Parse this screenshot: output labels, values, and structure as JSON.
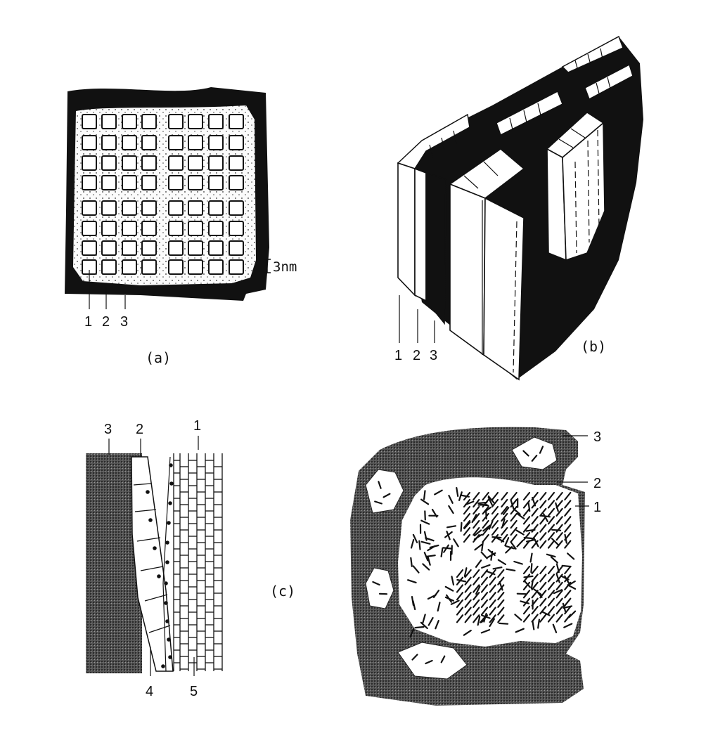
{
  "panels": {
    "a": {
      "caption": "(a)",
      "scale_label": "3nm",
      "callouts": [
        "1",
        "2",
        "3"
      ]
    },
    "b": {
      "caption": "(b)",
      "callouts": [
        "1",
        "2",
        "3"
      ]
    },
    "c": {
      "caption": "(c)",
      "left_callouts": [
        "3",
        "2",
        "1",
        "4",
        "5"
      ],
      "right_callouts": [
        "3",
        "2",
        "1"
      ]
    }
  },
  "colors": {
    "ink": "#111111",
    "background": "#ffffff"
  }
}
